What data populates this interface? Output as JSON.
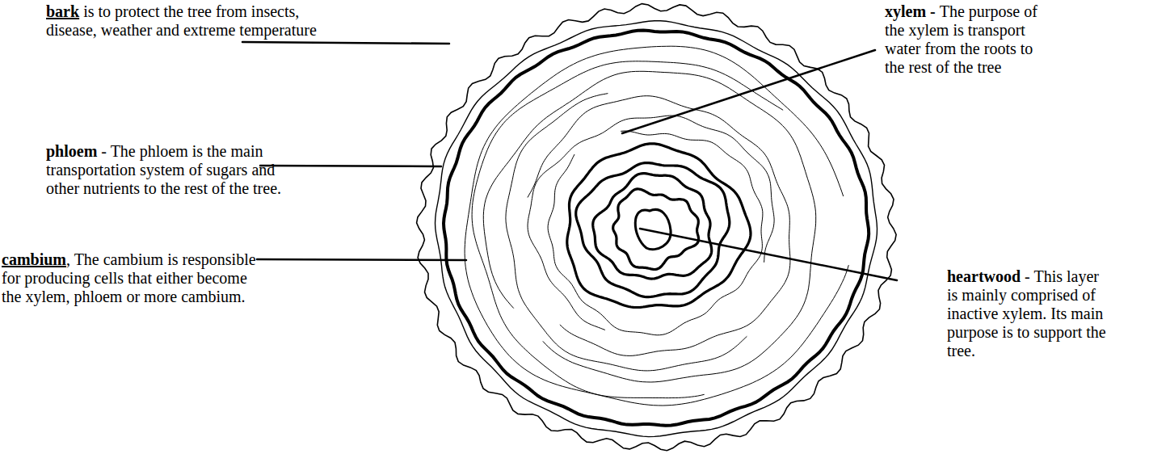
{
  "diagram": {
    "labels": [
      "bark",
      "is to protect the tree from insects, disease, weather and extreme temperature",
      "xylem -",
      "The purpose of the xylem is transport water from the roots to the rest of the tree",
      "phloem",
      "- The phloem is the main transportation system of sugars and other nutrients to the rest of the tree.",
      "cambium",
      ", The cambium is responsible for producing cells that either become the xylem, phloem or more cambium.",
      "heartwood",
      "- This layer is mainly comprised of inactive xylem. Its main purpose is to support the tree."
    ]
  }
}
